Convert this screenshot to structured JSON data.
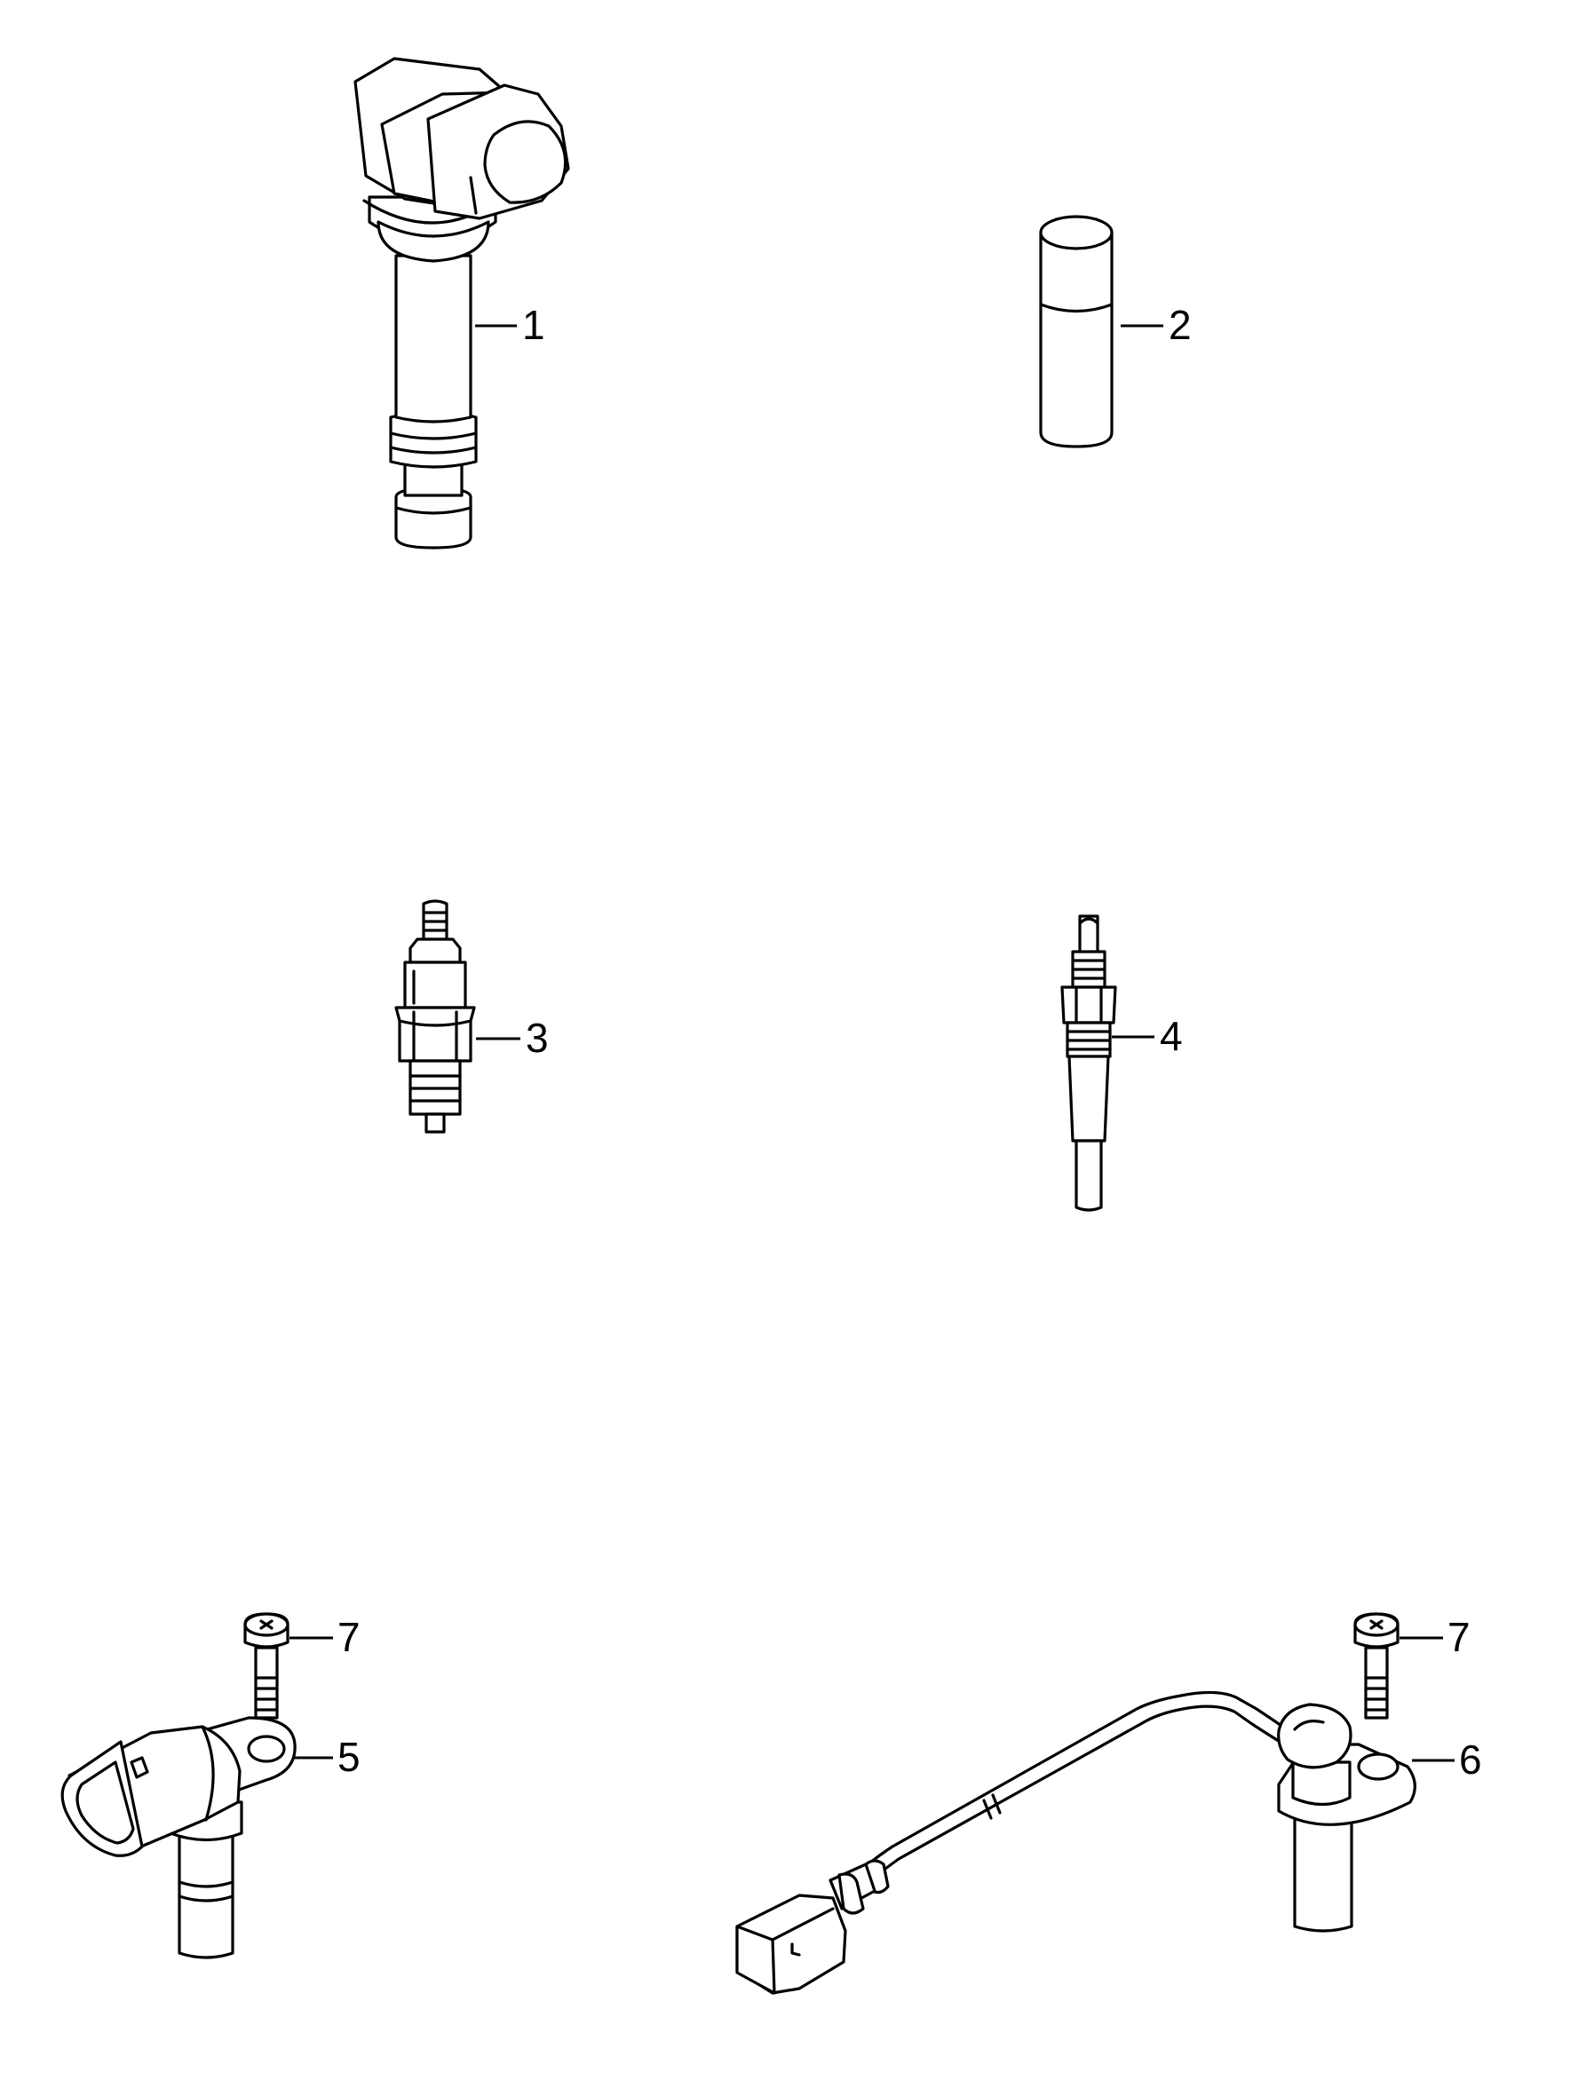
{
  "diagram": {
    "background_color": "#ffffff",
    "line_color": "#000000",
    "callouts": [
      {
        "id": "ignition-coil",
        "label": "1"
      },
      {
        "id": "cap",
        "label": "2"
      },
      {
        "id": "spark-plug",
        "label": "3"
      },
      {
        "id": "glow-plug",
        "label": "4"
      },
      {
        "id": "camshaft-sensor",
        "label": "5"
      },
      {
        "id": "crankshaft-sensor",
        "label": "6"
      },
      {
        "id": "bolt-left",
        "label": "7"
      },
      {
        "id": "bolt-right",
        "label": "7"
      }
    ]
  }
}
